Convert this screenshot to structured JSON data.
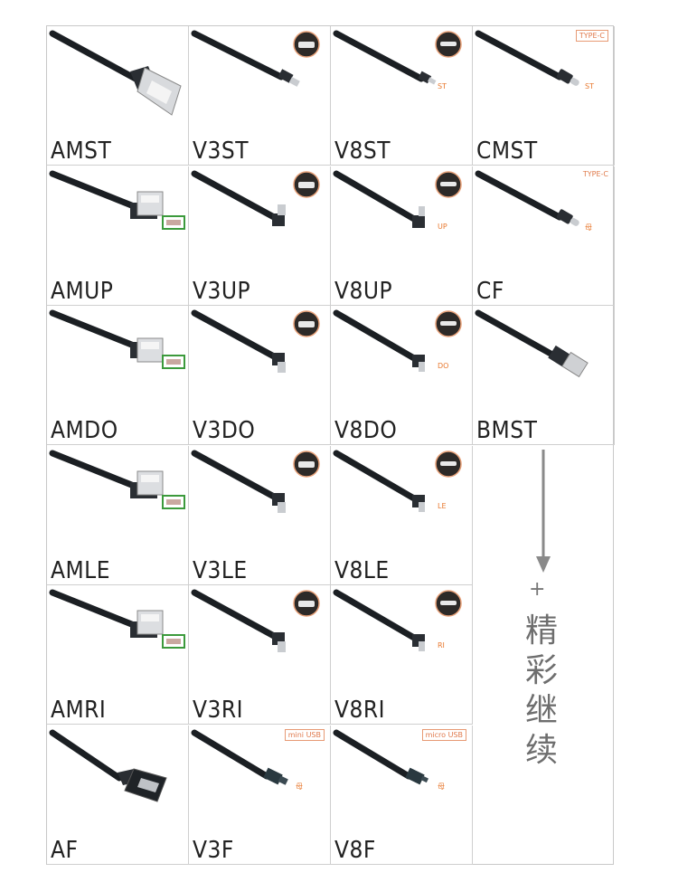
{
  "cells": [
    {
      "label": "AMST",
      "kind": "usb-a",
      "angle": "st"
    },
    {
      "label": "V3ST",
      "kind": "mini",
      "angle": "st",
      "badge": "mini"
    },
    {
      "label": "V8ST",
      "kind": "micro",
      "angle": "st",
      "badge": "micro",
      "tag": "ST"
    },
    {
      "label": "CMST",
      "kind": "typec",
      "angle": "st",
      "box_tag": "TYPE-C",
      "tag": "ST"
    },
    {
      "label": "AMUP",
      "kind": "usb-a",
      "angle": "up",
      "badge": "a"
    },
    {
      "label": "V3UP",
      "kind": "mini",
      "angle": "up",
      "badge": "mini"
    },
    {
      "label": "V8UP",
      "kind": "micro",
      "angle": "up",
      "badge": "micro",
      "tag": "UP"
    },
    {
      "label": "CF",
      "kind": "typec",
      "angle": "st",
      "box_tag": "TYPE-C",
      "tag": "母"
    },
    {
      "label": "AMDO",
      "kind": "usb-a",
      "angle": "do",
      "badge": "a"
    },
    {
      "label": "V3DO",
      "kind": "mini",
      "angle": "do",
      "badge": "mini"
    },
    {
      "label": "V8DO",
      "kind": "micro",
      "angle": "do",
      "badge": "micro",
      "tag": "DO"
    },
    {
      "label": "BMST",
      "kind": "usb-b",
      "angle": "st"
    },
    {
      "label": "AMLE",
      "kind": "usb-a",
      "angle": "le",
      "badge": "a"
    },
    {
      "label": "V3LE",
      "kind": "mini",
      "angle": "le",
      "badge": "mini"
    },
    {
      "label": "V8LE",
      "kind": "micro",
      "angle": "le",
      "badge": "micro",
      "tag": "LE"
    },
    null,
    {
      "label": "AMRI",
      "kind": "usb-a",
      "angle": "ri",
      "badge": "a"
    },
    {
      "label": "V3RI",
      "kind": "mini",
      "angle": "ri",
      "badge": "mini"
    },
    {
      "label": "V8RI",
      "kind": "micro",
      "angle": "ri",
      "badge": "micro",
      "tag": "RI"
    },
    null,
    {
      "label": "AF",
      "kind": "usb-af",
      "angle": "st"
    },
    {
      "label": "V3F",
      "kind": "mini-f",
      "angle": "st",
      "box_tag": "mini USB",
      "tag": "母"
    },
    {
      "label": "V8F",
      "kind": "micro-f",
      "angle": "st",
      "box_tag": "micro USB",
      "tag": "母"
    },
    null
  ],
  "more": {
    "plus": "+",
    "text": [
      "精",
      "彩",
      "继",
      "续"
    ]
  },
  "colors": {
    "cable": "#1b1f23",
    "connector_metal": "#c9ccd0",
    "tag": "#e0784a",
    "badge_green": "#3c9a3c",
    "arrow": "#888888"
  }
}
